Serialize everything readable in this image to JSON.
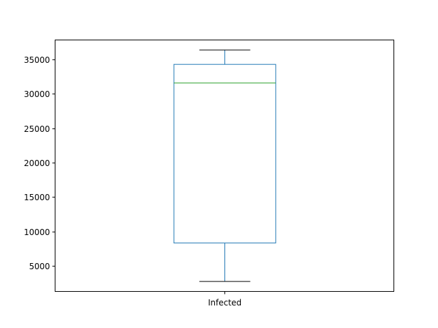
{
  "chart_data": {
    "type": "box",
    "categories": [
      "Infected"
    ],
    "series": [
      {
        "category": "Infected",
        "whisker_low": 2700,
        "q1": 8300,
        "median": 31600,
        "q3": 34300,
        "whisker_high": 36400
      }
    ],
    "ylim": [
      1200,
      37900
    ],
    "yticks": [
      5000,
      10000,
      15000,
      20000,
      25000,
      30000,
      35000
    ],
    "ytick_labels": [
      "5000",
      "10000",
      "15000",
      "20000",
      "25000",
      "30000",
      "35000"
    ],
    "grid": false,
    "colors": {
      "box": "#1f77b4",
      "whisker": "#1f77b4",
      "cap": "#000000",
      "median": "#2ca02c",
      "axes": "#000000"
    }
  }
}
